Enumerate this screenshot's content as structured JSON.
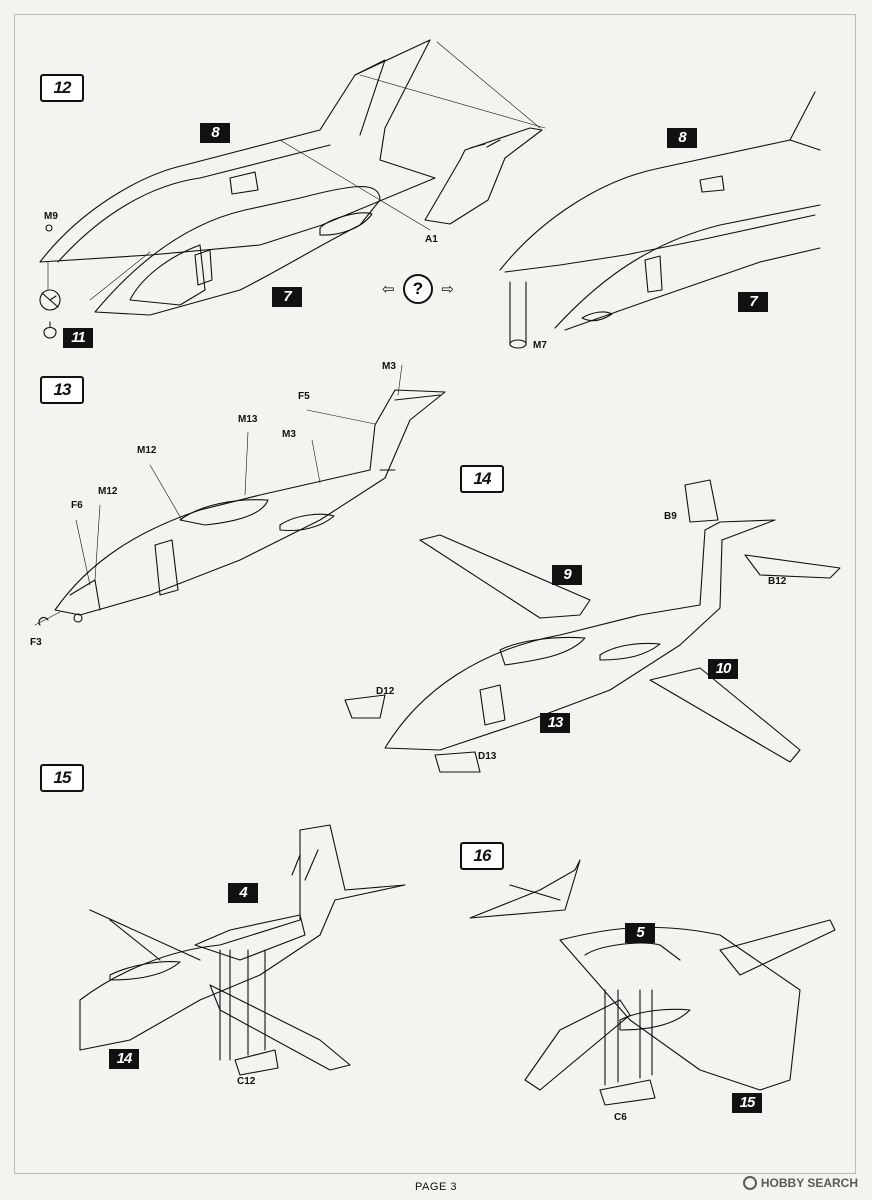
{
  "steps": {
    "s12": "12",
    "s13": "13",
    "s14": "14",
    "s15": "15",
    "s16": "16"
  },
  "badges": {
    "b8a": "8",
    "b7a": "7",
    "b11": "11",
    "b8b": "8",
    "b7b": "7",
    "b9": "9",
    "b10": "10",
    "b13": "13",
    "b4": "4",
    "b14": "14",
    "b5": "5",
    "b15": "15"
  },
  "parts": {
    "m9": "M9",
    "a1": "A1",
    "m7": "M7",
    "m3a": "M3",
    "f5": "F5",
    "m13": "M13",
    "m3b": "M3",
    "m12a": "M12",
    "f6": "F6",
    "m12b": "M12",
    "f3": "F3",
    "b9": "B9",
    "b12": "B12",
    "d12": "D12",
    "d13": "D13",
    "c12": "C12",
    "c6": "C6"
  },
  "help_symbol": "?",
  "footer": "PAGE 3",
  "watermark": "HOBBY SEARCH",
  "icons": {
    "help": "question-circle-icon",
    "arrows": "double-arrow-icon"
  }
}
